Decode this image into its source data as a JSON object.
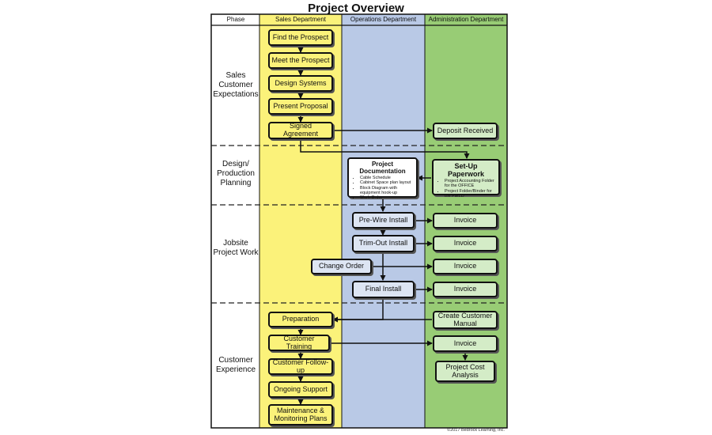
{
  "title": "Project Overview",
  "headers": {
    "phase": "Phase",
    "sales": "Sales Department",
    "operations": "Operations Department",
    "admin": "Administration Department"
  },
  "phases": {
    "sales_expectations": "Sales Customer Expectations",
    "design_planning": "Design/ Production Planning",
    "jobsite_work": "Jobsite Project Work",
    "customer_experience": "Customer Experience"
  },
  "steps": {
    "find_prospect": "Find the Prospect",
    "meet_prospect": "Meet the Prospect",
    "design_systems": "Design Systems",
    "present_proposal": "Present Proposal",
    "signed_agreement": "Signed Agreement",
    "deposit_received": "Deposit Received",
    "project_documentation": {
      "title": "Project Documentation",
      "items": [
        "Cable Schedule",
        "Cabinet Space plan layout",
        "Block Diagram with equipment hook-up",
        "Work Order"
      ]
    },
    "setup_paperwork": {
      "title": "Set-Up Paperwork",
      "items": [
        "Project Accounting Folder for the OFFICE",
        "Project Folder/Binder for the FIELD"
      ]
    },
    "prewire_install": "Pre-Wire Install",
    "trimout_install": "Trim-Out Install",
    "change_order": "Change Order",
    "final_install": "Final Install",
    "invoice": "Invoice",
    "preparation": "Preparation",
    "create_customer_manual": "Create Customer Manual",
    "customer_training": "Customer Training",
    "customer_followup": "Customer Follow-up",
    "ongoing_support": "Ongoing Support",
    "maintenance_plans": "Maintenance & Monitoring Plans",
    "project_cost_analysis": "Project Cost Analysis"
  },
  "colors": {
    "sales": "#fbf27a",
    "operations": "#b9c9e6",
    "admin": "#98cc75"
  },
  "copyright": "©2017 Bedrock Learning, Inc."
}
